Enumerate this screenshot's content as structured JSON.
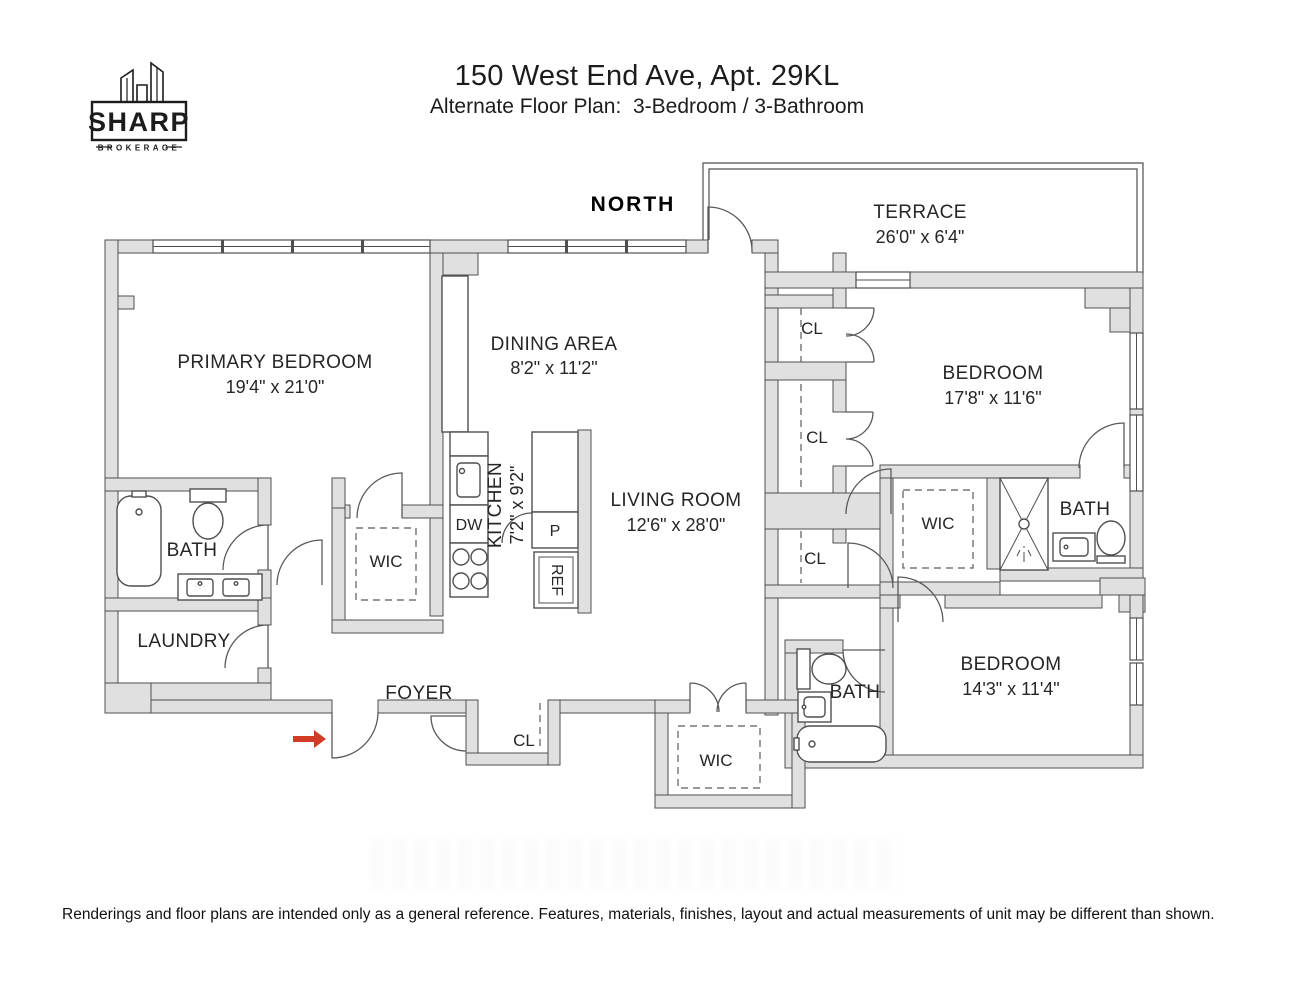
{
  "header": {
    "logo": {
      "name": "SHARP",
      "tagline": "BROKERAGE"
    },
    "title": "150 West End Ave, Apt. 29KL",
    "subtitle": "Alternate Floor Plan:  3-Bedroom / 3-Bathroom"
  },
  "plan": {
    "compass": "NORTH",
    "terrace": {
      "name": "TERRACE",
      "dims": "26'0\" x 6'4\""
    },
    "primary_bedroom": {
      "name": "PRIMARY BEDROOM",
      "dims": "19'4\" x 21'0\""
    },
    "dining_area": {
      "name": "DINING AREA",
      "dims": "8'2\" x 11'2\""
    },
    "kitchen": {
      "name": "KITCHEN",
      "dims": "7'2\" x 9'2\""
    },
    "living_room": {
      "name": "LIVING ROOM",
      "dims": "12'6\" x 28'0\""
    },
    "bedroom_2": {
      "name": "BEDROOM",
      "dims": "17'8\" x 11'6\""
    },
    "bedroom_3": {
      "name": "BEDROOM",
      "dims": "14'3\" x 11'4\""
    },
    "primary_bath": {
      "name": "BATH"
    },
    "bath_2": {
      "name": "BATH"
    },
    "bath_3": {
      "name": "BATH"
    },
    "laundry": {
      "name": "LAUNDRY"
    },
    "foyer": {
      "name": "FOYER"
    },
    "primary_wic": {
      "name": "WIC"
    },
    "wic_2": {
      "name": "WIC"
    },
    "foyer_wic": {
      "name": "WIC"
    },
    "closets": {
      "cl_1": "CL",
      "cl_2": "CL",
      "cl_3": "CL",
      "foyer_cl": "CL"
    },
    "appliances": {
      "dishwasher": "DW",
      "pantry": "P",
      "refrigerator": "REF"
    }
  },
  "footer": {
    "disclaimer": "Renderings and floor plans are intended only as a general reference. Features, materials, finishes, layout and actual measurements of unit may be different than shown."
  },
  "colors": {
    "wall_fill": "#e0e0e0",
    "line": "#4f4f4f",
    "entry_arrow": "#d23b26"
  }
}
